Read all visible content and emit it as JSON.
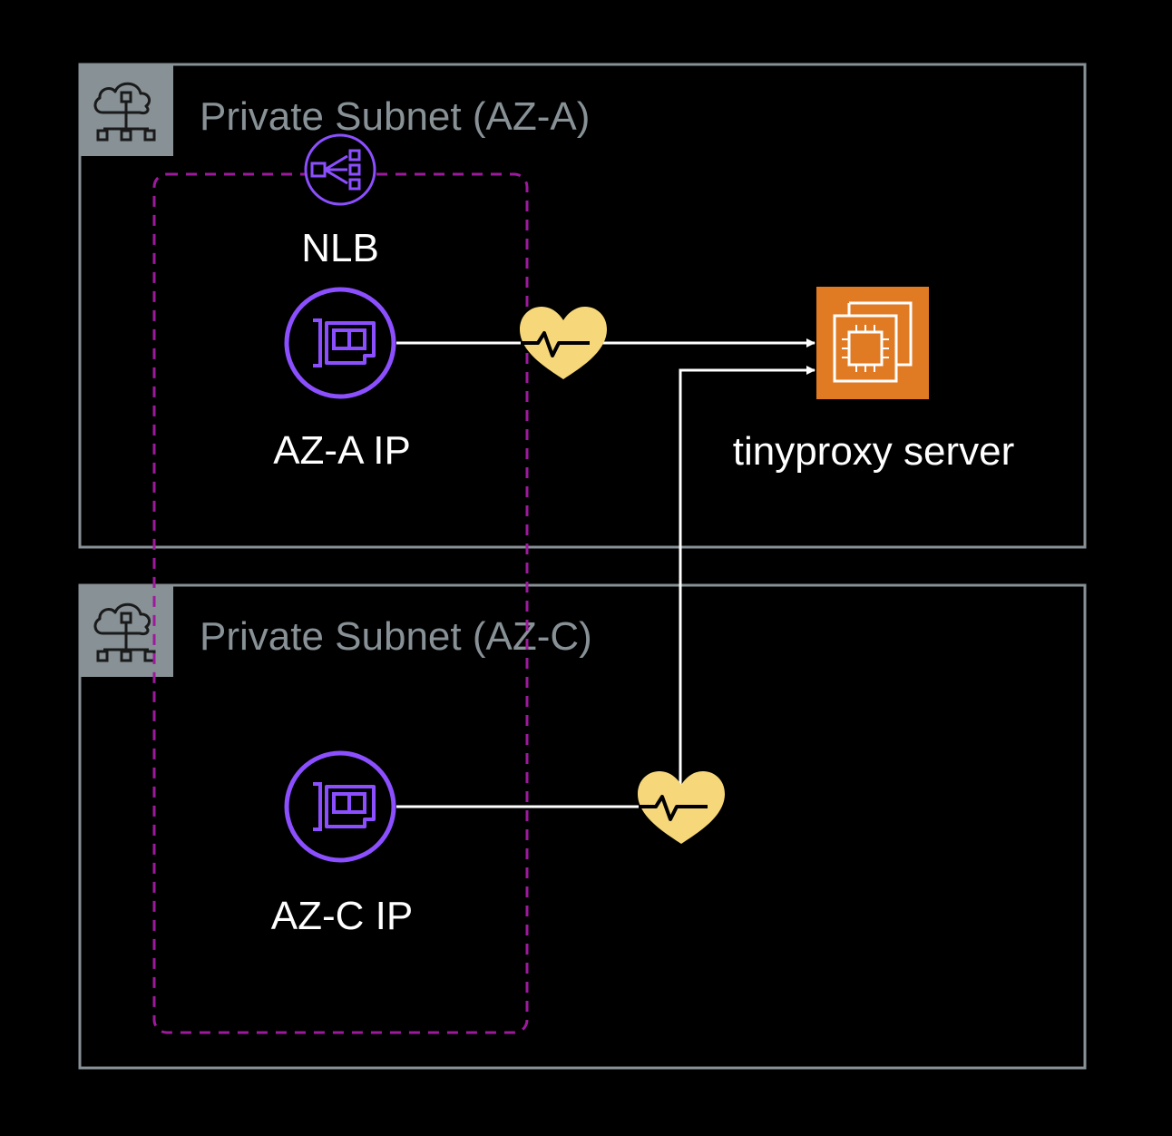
{
  "colors": {
    "background": "#000000",
    "subnet_border": "#879196",
    "subnet_title": "#879196",
    "nlb_group_border": "#9d1a9d",
    "nlb_purple": "#8c4fff",
    "eni_purple": "#8c4fff",
    "ec2_orange": "#e07b24",
    "heart_yellow": "#f6d77a",
    "connector": "#ffffff",
    "label": "#ffffff"
  },
  "subnets": [
    {
      "title": "Private Subnet (AZ-A)",
      "icon": "subnet-cloud-icon"
    },
    {
      "title": "Private Subnet (AZ-C)",
      "icon": "subnet-cloud-icon"
    }
  ],
  "nlb": {
    "label": "NLB",
    "icon": "network-load-balancer-icon"
  },
  "enis": [
    {
      "label": "AZ-A IP",
      "icon": "elastic-network-interface-icon"
    },
    {
      "label": "AZ-C IP",
      "icon": "elastic-network-interface-icon"
    }
  ],
  "server": {
    "label": "tinyproxy server",
    "icon": "ec2-instance-icon"
  },
  "health_checks": [
    {
      "icon": "health-check-heart-icon"
    },
    {
      "icon": "health-check-heart-icon"
    }
  ]
}
